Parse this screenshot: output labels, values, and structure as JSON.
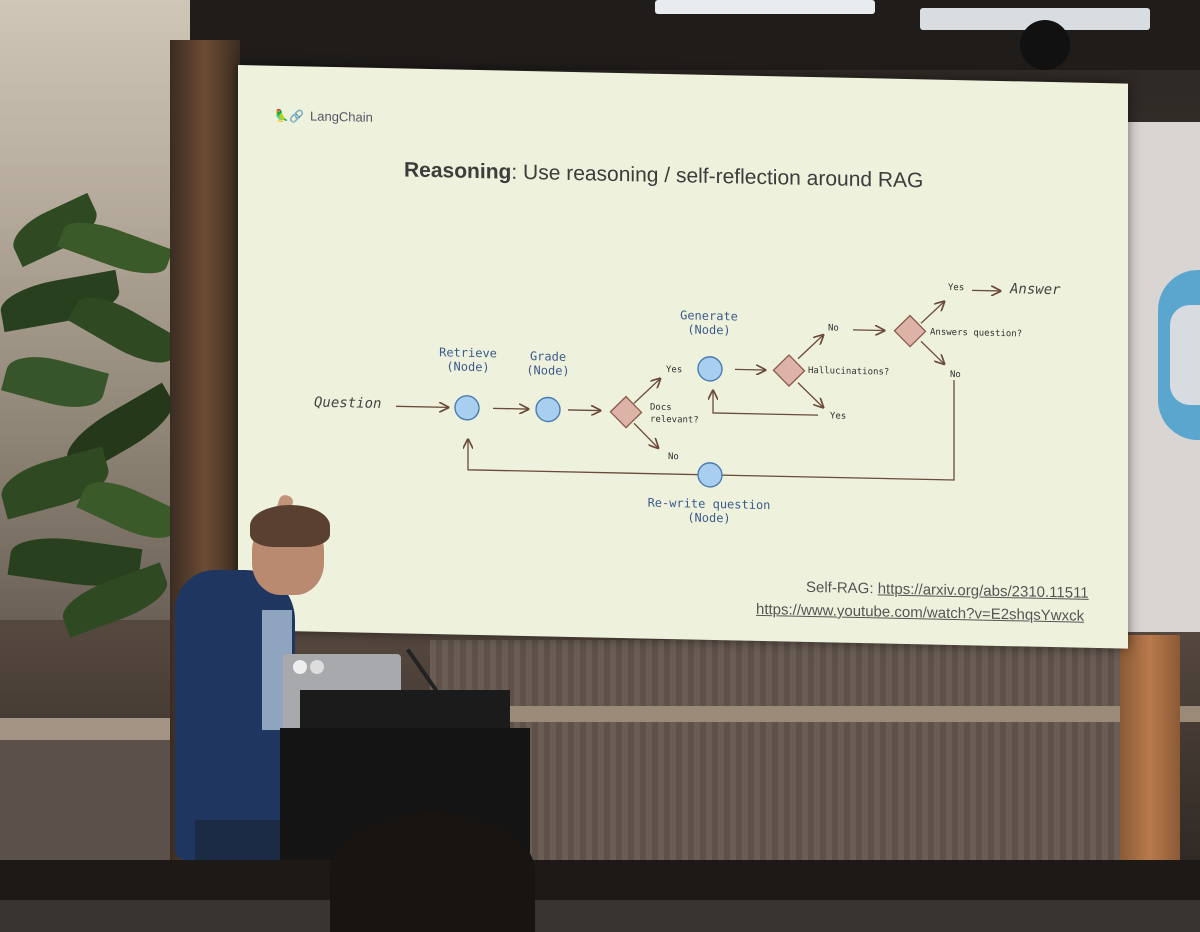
{
  "slide": {
    "brand": "LangChain",
    "title_bold": "Reasoning",
    "title_rest": ": Use reasoning / self-reflection around RAG",
    "nodes": {
      "question": "Question",
      "retrieve_1": "Retrieve",
      "retrieve_2": "(Node)",
      "grade_1": "Grade",
      "grade_2": "(Node)",
      "generate_1": "Generate",
      "generate_2": "(Node)",
      "rewrite_1": "Re-write question",
      "rewrite_2": "(Node)",
      "answer": "Answer"
    },
    "decisions": {
      "docs_relevant_1": "Docs",
      "docs_relevant_2": "relevant?",
      "hallucinations": "Hallucinations?",
      "answers_question": "Answers question?"
    },
    "edges": {
      "yes_docs": "Yes",
      "no_docs": "No",
      "no_hall": "No",
      "yes_hall": "Yes",
      "yes_ans": "Yes",
      "no_ans": "No"
    },
    "citation": {
      "label": "Self-RAG: ",
      "link1": "https://arxiv.org/abs/2310.11511",
      "link2": "https://www.youtube.com/watch?v=E2shqsYwxck"
    }
  },
  "colors": {
    "screen": "#eef2dd",
    "node_fill": "#a9cff0",
    "node_stroke": "#4a7bb0",
    "diamond_fill": "#dcb3a6",
    "diamond_stroke": "#8a5a4a",
    "jacket": "#1f3660"
  }
}
